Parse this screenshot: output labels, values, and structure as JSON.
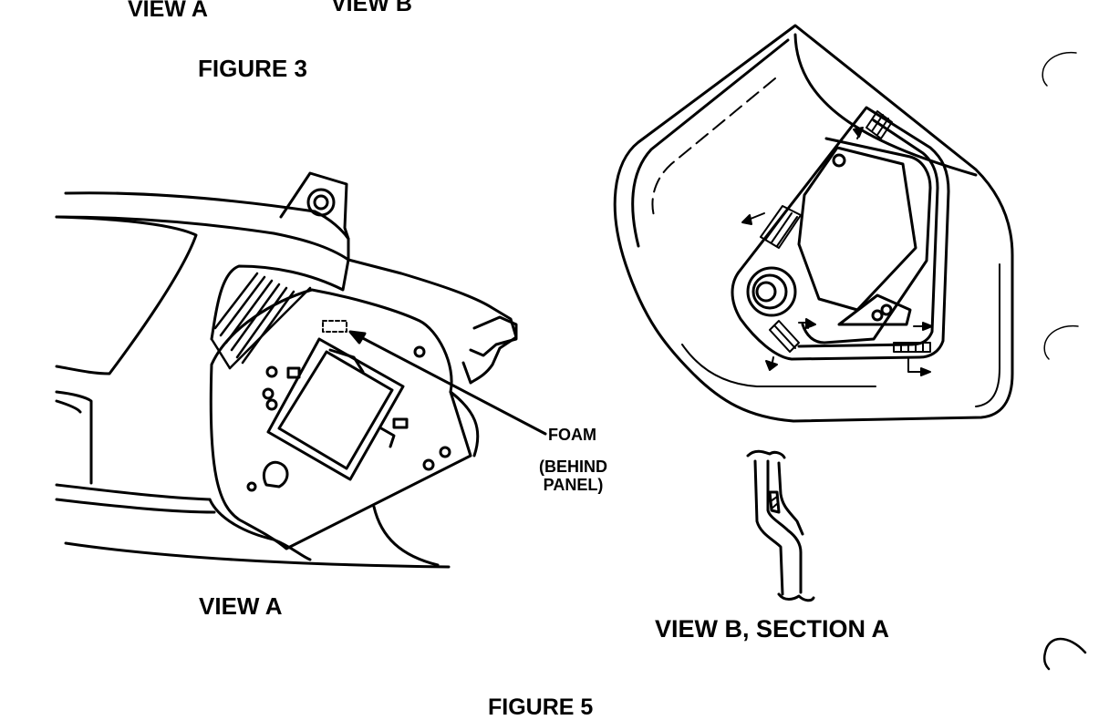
{
  "labels": {
    "top_view_a": "VIEW A",
    "top_view_b": "VIEW B",
    "figure_3": "FIGURE 3",
    "foam": "FOAM",
    "behind_panel_line1": "(BEHIND",
    "behind_panel_line2": "PANEL)",
    "view_a": "VIEW A",
    "view_b_section_a": "VIEW B, SECTION A",
    "figure_5": "FIGURE 5"
  },
  "colors": {
    "ink": "#000000",
    "paper": "#ffffff"
  }
}
